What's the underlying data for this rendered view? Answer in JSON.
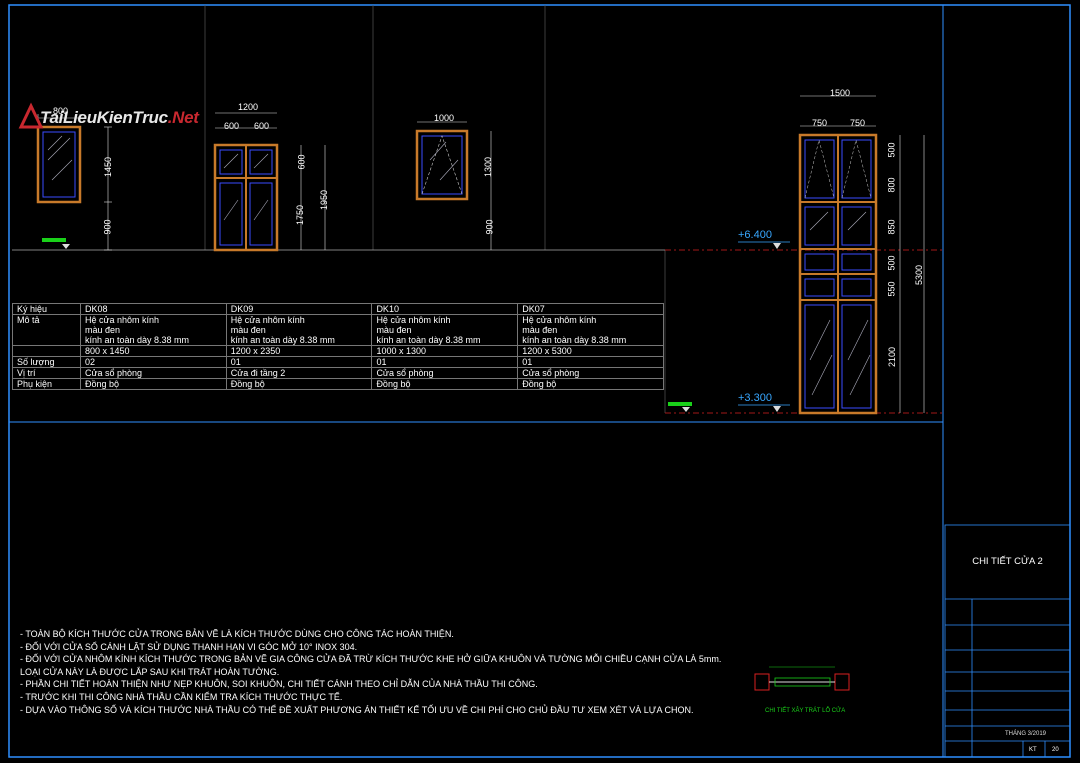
{
  "logo": {
    "text": "TaiLieuKienTruc",
    "suffix": ".Net"
  },
  "doors": [
    {
      "code": "DK08",
      "width": "800",
      "height": "1450",
      "sill": "900"
    },
    {
      "code": "DK09",
      "width": "1200",
      "half_left": "600",
      "half_right": "600",
      "top": "600",
      "bottom": "1750",
      "total": "1950"
    },
    {
      "code": "DK10",
      "width": "1000",
      "height": "1300",
      "sill": "900"
    },
    {
      "code": "DK07",
      "width": "1500",
      "half_left": "750",
      "half_right": "750",
      "segments": [
        "500",
        "800",
        "850",
        "500",
        "550",
        "2100"
      ],
      "total": "5300"
    }
  ],
  "levels": {
    "upper": "+6.400",
    "lower": "+3.300"
  },
  "table": {
    "headers": {
      "symbol": "Ký hiệu",
      "desc": "Mô tả",
      "qty": "Số lượng",
      "pos": "Vị trí",
      "acc": "Phụ kiện"
    },
    "columns": [
      {
        "code": "DK08",
        "desc1": "Hệ cửa nhôm kính",
        "desc2": "màu đen",
        "desc3": "kính an toàn dày 8.38 mm",
        "size": "800 x 1450",
        "qty": "02",
        "pos": "Cửa sổ phòng",
        "acc": "Đồng bộ"
      },
      {
        "code": "DK09",
        "desc1": "Hệ cửa nhôm kính",
        "desc2": "màu đen",
        "desc3": "kính an toàn dày 8.38 mm",
        "size": "1200 x 2350",
        "qty": "01",
        "pos": "Cửa đi tầng 2",
        "acc": "Đồng bộ"
      },
      {
        "code": "DK10",
        "desc1": "Hệ cửa nhôm kính",
        "desc2": "màu đen",
        "desc3": "kính an toàn dày 8.38 mm",
        "size": "1000 x 1300",
        "qty": "01",
        "pos": "Cửa sổ phòng",
        "acc": "Đồng bộ"
      },
      {
        "code": "DK07",
        "desc1": "Hệ cửa nhôm kính",
        "desc2": "màu đen",
        "desc3": "kính an toàn dày 8.38 mm",
        "size": "1200 x 5300",
        "qty": "01",
        "pos": "Cửa sổ phòng",
        "acc": "Đồng bộ"
      }
    ]
  },
  "notes": [
    "- TOÀN BỘ KÍCH THƯỚC CỬA TRONG BẢN VẼ LÀ KÍCH THƯỚC DÙNG CHO CÔNG TÁC HOÀN THIỆN.",
    "- ĐỐI VỚI CỬA SỔ CÁNH LẬT SỬ DỤNG THANH HẠN VI GÓC MỞ 10° INOX 304.",
    "- ĐỐI VỚI CỬA NHÔM KÍNH KÍCH THƯỚC TRONG BẢN VẼ GIA CÔNG CỬA ĐÃ TRỪ KÍCH THƯỚC KHE HỞ GIỮA KHUÔN VÀ TƯỜNG MỖI CHIỀU CẠNH CỬA LÀ 5mm.",
    "  LOẠI CỬA NÀY LÀ ĐƯỢC LẮP SAU KHI TRÁT HOÀN TƯỜNG.",
    "-  PHẦN CHI TIẾT HOÀN THIỆN NHƯ NẸP KHUÔN, SOI KHUÔN, CHI TIẾT CÁNH THEO CHỈ DẪN CỦA NHÀ THẦU THI CÔNG.",
    "-  TRƯỚC KHI THI CÔNG NHÀ THẦU CẦN KIỂM TRA KÍCH THƯỚC THỰC TẾ.",
    "-  DỰA VÀO THÔNG SỐ VÀ KÍCH THƯỚC NHÀ THẦU CÓ THỂ ĐỀ XUẤT PHƯƠNG ÁN THIẾT KẾ TỐI ƯU VỀ CHI PHÍ CHO CHỦ ĐẦU TƯ XEM XÉT VÀ LỰA CHỌN."
  ],
  "detail_caption": "CHI TIẾT XÂY TRÁT LỖ CỬA",
  "title_block": {
    "title": "CHI TIẾT CỬA 2",
    "date": "THÁNG 3/2019",
    "sheet_code": "KT",
    "sheet_no": "20"
  },
  "colors": {
    "frame": "#2f8fff",
    "door_frame": "#c87a2a",
    "glass": "#3a4cff",
    "dim": "#e8e8e8",
    "level": "#38a7ff",
    "cut": "#d82020"
  }
}
